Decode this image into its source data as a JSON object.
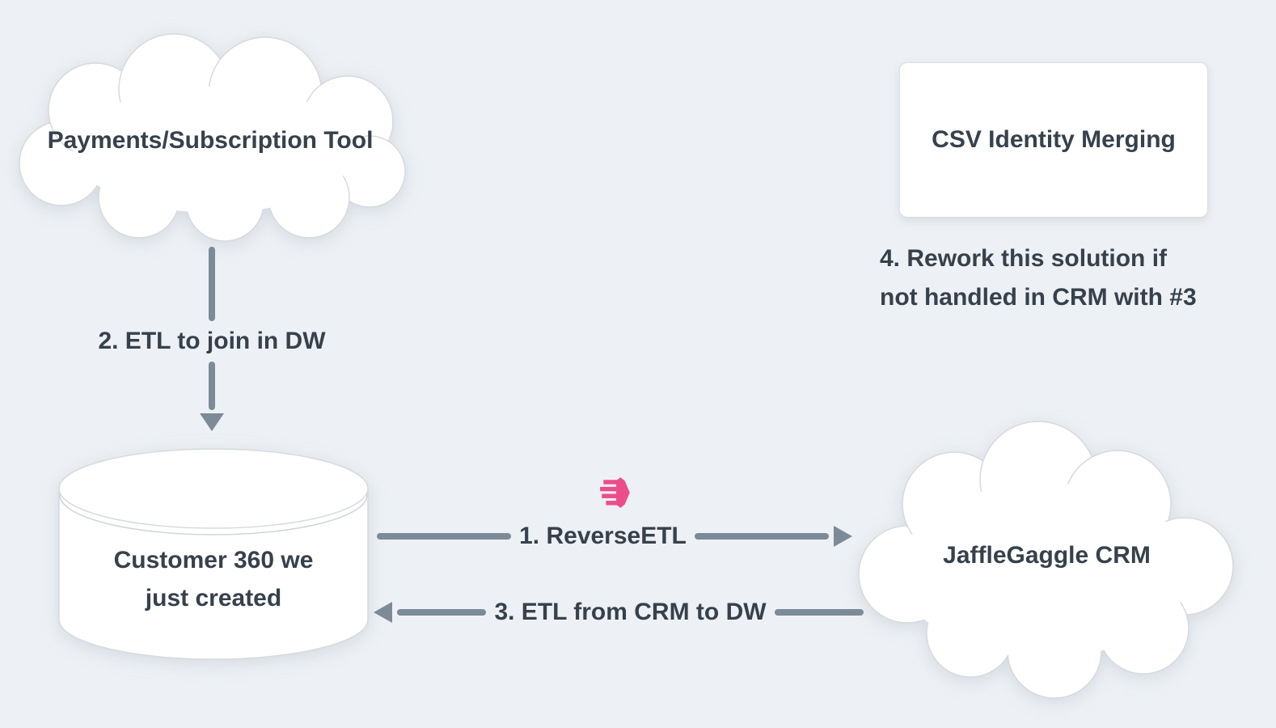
{
  "canvas": {
    "background_color": "#edf1f5",
    "text_color": "#36414c",
    "arrow_color": "#7d8a97",
    "shape_fill": "#ffffff",
    "shape_border": "#d6dade",
    "accent_pink": "#ee4d8b"
  },
  "nodes": {
    "payments_cloud": {
      "type": "cloud",
      "label": "Payments/Subscription Tool"
    },
    "customer_db": {
      "type": "database-cylinder",
      "label_line1": "Customer 360 we",
      "label_line2": "just created"
    },
    "crm_cloud": {
      "type": "cloud",
      "label": "JaffleGaggle CRM"
    },
    "csv_box": {
      "type": "rectangle",
      "label": "CSV Identity Merging"
    }
  },
  "edges": {
    "reverse_etl": {
      "label": "1. ReverseETL",
      "direction": "right",
      "icon": "census-speed-arrow-icon"
    },
    "etl_to_dw": {
      "label": "2. ETL to join in DW",
      "direction": "down"
    },
    "etl_from_crm": {
      "label": "3. ETL from CRM to DW",
      "direction": "left"
    }
  },
  "annotations": {
    "rework_note": {
      "line1": "4. Rework this solution if",
      "line2": "not handled in CRM with #3"
    }
  }
}
